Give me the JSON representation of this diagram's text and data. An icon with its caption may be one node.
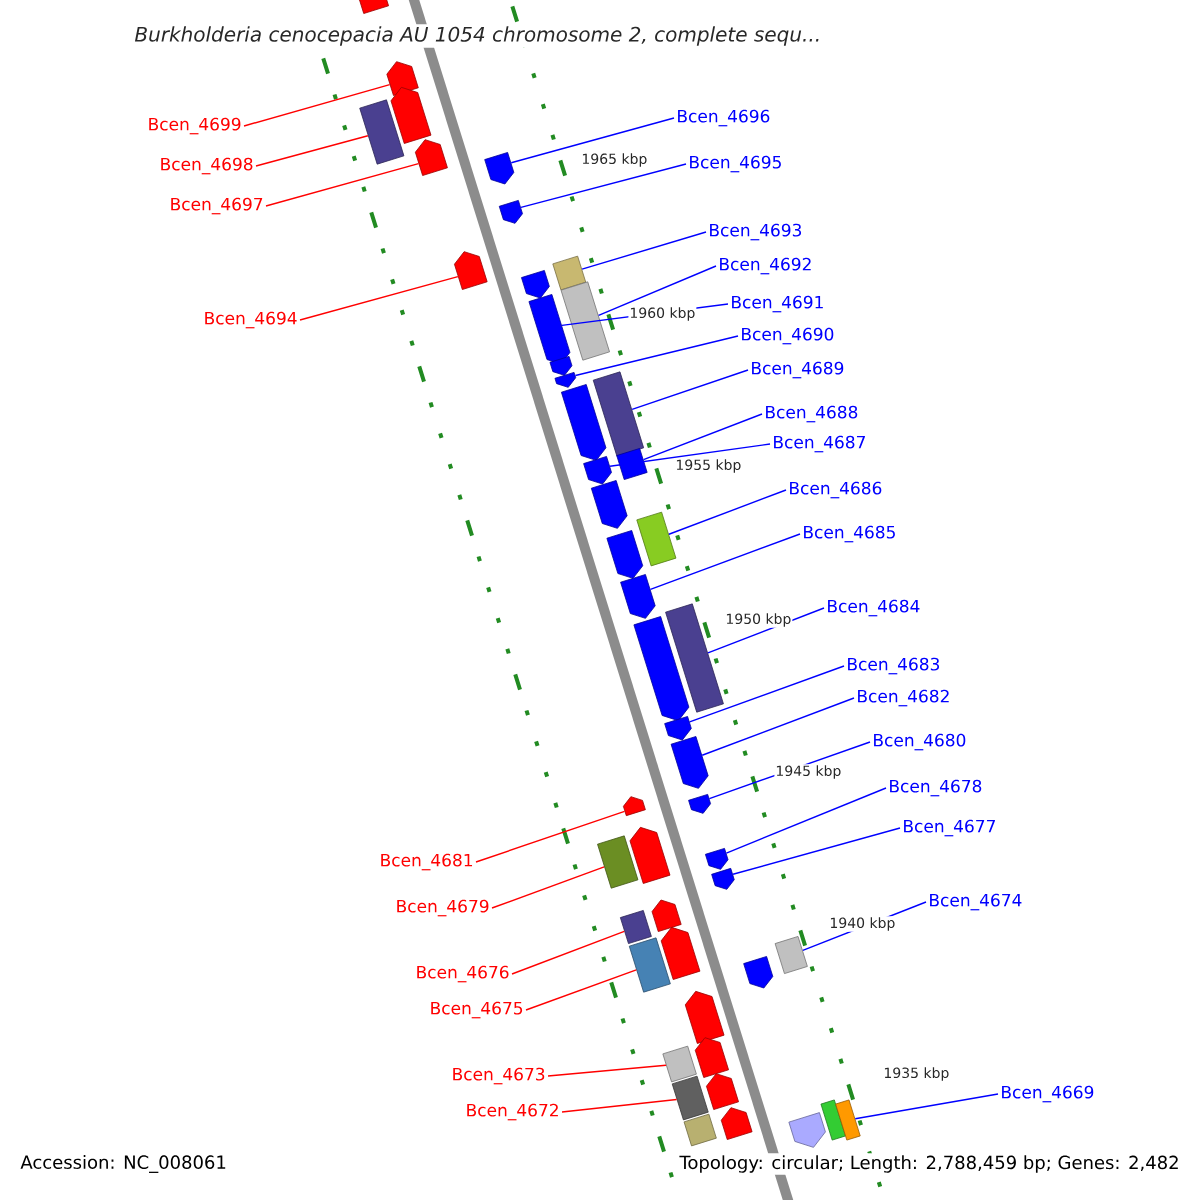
{
  "diagram": {
    "title": "*Burkholderia cenocepacia* AU 1054 chromosome 2, complete sequ...",
    "nodes": [
      {
        "text": [
          "Bcen_4696"
        ]
      },
      {
        "text": [
          "Bcen_4699"
        ]
      },
      {
        "text": [
          "Bcen_4695"
        ]
      },
      {
        "text": [
          "Bcen_4698"
        ]
      },
      {
        "text": [
          "Bcen_4697"
        ]
      },
      {
        "text": [
          "Bcen_4693"
        ]
      },
      {
        "text": [
          "Bcen_4692"
        ]
      },
      {
        "text": [
          "Bcen_4691"
        ]
      },
      {
        "text": [
          "Bcen_4694"
        ]
      },
      {
        "text": [
          "Bcen_4690"
        ]
      },
      {
        "text": [
          "Bcen_4689"
        ]
      },
      {
        "text": [
          "Bcen_4688"
        ]
      },
      {
        "text": [
          "Bcen_4687"
        ]
      },
      {
        "text": [
          "Bcen_4686"
        ]
      },
      {
        "text": [
          "Bcen_4685"
        ]
      },
      {
        "text": [
          "Bcen_4684"
        ]
      },
      {
        "text": [
          "Bcen_4683"
        ]
      },
      {
        "text": [
          "Bcen_4682"
        ]
      },
      {
        "text": [
          "Bcen_4680"
        ]
      },
      {
        "text": [
          "Bcen_4678"
        ]
      },
      {
        "text": [
          "Bcen_4677"
        ]
      },
      {
        "text": [
          "Bcen_4681"
        ]
      },
      {
        "text": [
          "Bcen_4674"
        ]
      },
      {
        "text": [
          "Bcen_4679"
        ]
      },
      {
        "text": [
          "Bcen_4676"
        ]
      },
      {
        "text": [
          "Bcen_4675"
        ]
      },
      {
        "text": [
          "Bcen_4673"
        ]
      },
      {
        "text": [
          "Bcen_4669"
        ]
      },
      {
        "text": [
          "Bcen_4672"
        ]
      },
      {
        "text": [],
        "shape": "pentagon"
      },
      {
        "text": [],
        "shape": "pentagon"
      },
      {
        "text": [],
        "shape": "pentagon"
      },
      {
        "text": [],
        "shape": "pentagon"
      },
      {
        "text": [],
        "shape": "box"
      },
      {
        "text": [],
        "shape": "pentagon"
      },
      {
        "text": [],
        "shape": "pentagon"
      },
      {
        "text": [],
        "shape": "pentagon"
      },
      {
        "text": [],
        "shape": "pentagon"
      },
      {
        "text": [],
        "shape": "pentagon"
      },
      {
        "text": [],
        "shape": "pentagon"
      },
      {
        "text": [],
        "shape": "pentagon"
      },
      {
        "text": [],
        "shape": "pentagon"
      },
      {
        "text": [],
        "shape": "pentagon"
      },
      {
        "text": [],
        "shape": "pentagon"
      },
      {
        "text": [],
        "shape": "pentagon"
      },
      {
        "text": [],
        "shape": "pentagon"
      },
      {
        "text": [],
        "shape": "pentagon"
      },
      {
        "text": [],
        "shape": "pentagon"
      },
      {
        "text": [],
        "shape": "pentagon"
      },
      {
        "text": [],
        "shape": "pentagon"
      },
      {
        "text": [],
        "shape": "pentagon"
      },
      {
        "text": [],
        "shape": "box"
      },
      {
        "text": [],
        "shape": "box"
      },
      {
        "text": [],
        "shape": "box"
      },
      {
        "text": [],
        "shape": "box"
      },
      {
        "text": [],
        "shape": "box"
      },
      {
        "text": [],
        "shape": "box"
      },
      {
        "text": [],
        "shape": "pentagon"
      },
      {
        "text": [],
        "shape": "pentagon"
      },
      {
        "text": [],
        "shape": "box"
      },
      {
        "text": [],
        "shape": "pentagon"
      },
      {
        "text": [],
        "shape": "pentagon"
      },
      {
        "text": [],
        "shape": "box"
      },
      {
        "text": [],
        "shape": "box"
      },
      {
        "text": [],
        "shape": "pentagon"
      },
      {
        "text": [],
        "shape": "pentagon"
      },
      {
        "text": [],
        "shape": "pentagon"
      },
      {
        "text": [],
        "shape": "pentagon"
      },
      {
        "text": [],
        "shape": "box"
      },
      {
        "text": [],
        "shape": "box"
      },
      {
        "text": [],
        "shape": "box"
      },
      {
        "text": [],
        "shape": "pentagon"
      },
      {
        "text": [],
        "shape": "box"
      },
      {
        "text": [],
        "shape": "pentagon"
      },
      {
        "text": [],
        "shape": "box"
      },
      {
        "text": [],
        "shape": "box"
      },
      {
        "text": [],
        "shape": "pentagon"
      }
    ],
    "edges": [
      {
        "from": 0,
        "to": 35,
        "arrow": "none"
      },
      {
        "from": 1,
        "to": 30,
        "arrow": "none",
        "color": "#ff0000"
      },
      {
        "from": 2,
        "to": 36,
        "arrow": "none"
      },
      {
        "from": 3,
        "to": 33,
        "arrow": "none",
        "color": "#ff0000"
      },
      {
        "from": 4,
        "to": 32,
        "arrow": "none",
        "color": "#ff0000"
      },
      {
        "from": 5,
        "to": 51,
        "arrow": "none"
      },
      {
        "from": 6,
        "to": 52,
        "arrow": "none"
      },
      {
        "from": 7,
        "to": 38,
        "arrow": "none"
      },
      {
        "from": 8,
        "to": 34,
        "arrow": "none",
        "color": "#ff0000"
      },
      {
        "from": 9,
        "to": 40,
        "arrow": "none"
      },
      {
        "from": 10,
        "to": 53,
        "arrow": "none"
      },
      {
        "from": 11,
        "to": 54,
        "arrow": "none"
      },
      {
        "from": 12,
        "to": 42,
        "arrow": "none"
      },
      {
        "from": 13,
        "to": 55,
        "arrow": "none"
      },
      {
        "from": 14,
        "to": 45,
        "arrow": "none"
      },
      {
        "from": 15,
        "to": 56,
        "arrow": "none"
      },
      {
        "from": 16,
        "to": 47,
        "arrow": "none"
      },
      {
        "from": 17,
        "to": 48,
        "arrow": "none"
      },
      {
        "from": 18,
        "to": 49,
        "arrow": "none"
      },
      {
        "from": 19,
        "to": 50,
        "arrow": "none"
      },
      {
        "from": 20,
        "to": 76,
        "arrow": "none"
      },
      {
        "from": 21,
        "to": 57,
        "arrow": "none",
        "color": "#ff0000"
      },
      {
        "from": 22,
        "to": 72,
        "arrow": "none"
      },
      {
        "from": 23,
        "to": 59,
        "arrow": "none",
        "color": "#ff0000"
      },
      {
        "from": 24,
        "to": 62,
        "arrow": "none",
        "color": "#ff0000"
      },
      {
        "from": 25,
        "to": 63,
        "arrow": "none",
        "color": "#ff0000"
      },
      {
        "from": 26,
        "to": 68,
        "arrow": "none",
        "color": "#ff0000"
      },
      {
        "from": 27,
        "to": 75,
        "arrow": "none"
      },
      {
        "from": 28,
        "to": 69,
        "arrow": "none",
        "color": "#ff0000"
      }
    ],
    "labels": [
      "1965 kbp",
      "1960 kbp",
      "1955 kbp",
      "1950 kbp",
      "1945 kbp",
      "1940 kbp",
      "1935 kbp",
      "Accession: NC_008061",
      "Topology: circular; Length: 2,788,459 bp; Genes: 2,482"
    ]
  }
}
